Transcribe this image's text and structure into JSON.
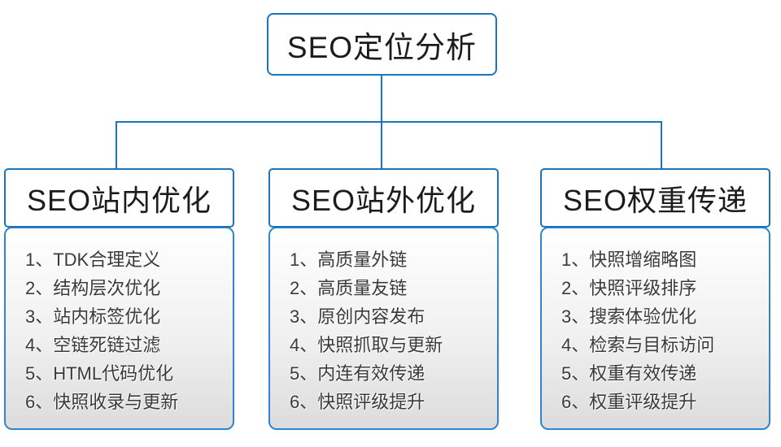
{
  "root": {
    "title": "SEO定位分析"
  },
  "columns": [
    {
      "header": "SEO站内优化",
      "items": [
        "1、TDK合理定义",
        "2、结构层次优化",
        "3、站内标签优化",
        "4、空链死链过滤",
        "5、HTML代码优化",
        "6、快照收录与更新"
      ]
    },
    {
      "header": "SEO站外优化",
      "items": [
        "1、高质量外链",
        "2、高质量友链",
        "3、原创内容发布",
        "4、快照抓取与更新",
        "5、内连有效传递",
        "6、快照评级提升"
      ]
    },
    {
      "header": "SEO权重传递",
      "items": [
        "1、快照增缩略图",
        "2、快照评级排序",
        "3、搜索体验优化",
        "4、检索与目标访问",
        "5、权重有效传递",
        "6、权重评级提升"
      ]
    }
  ],
  "colors": {
    "accent": "#1b75bc",
    "list_border": "#2e86d0",
    "list_bg_top": "#ffffff",
    "list_bg_bottom": "#dcdcdc",
    "text_dark": "#1c1c1c",
    "text_item": "#3a3a3a"
  }
}
